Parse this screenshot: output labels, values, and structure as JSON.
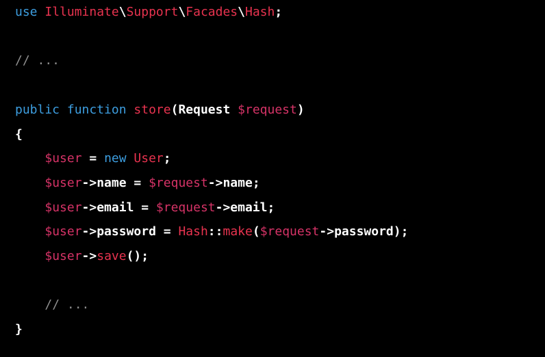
{
  "colors": {
    "background": "#000000",
    "keyword": "#3d9ee0",
    "identifier": "#e8334f",
    "variable": "#d63367",
    "plain": "#ffffff",
    "comment": "#8f8f8f"
  },
  "code": {
    "lines": [
      {
        "tokens": [
          {
            "t": "use",
            "k": "kw"
          },
          {
            "t": " ",
            "k": "plain"
          },
          {
            "t": "Illuminate",
            "k": "id"
          },
          {
            "t": "\\",
            "k": "bold"
          },
          {
            "t": "Support",
            "k": "id"
          },
          {
            "t": "\\",
            "k": "bold"
          },
          {
            "t": "Facades",
            "k": "id"
          },
          {
            "t": "\\",
            "k": "bold"
          },
          {
            "t": "Hash",
            "k": "id"
          },
          {
            "t": ";",
            "k": "bold"
          }
        ]
      },
      {
        "tokens": []
      },
      {
        "tokens": [
          {
            "t": "// ...",
            "k": "comment"
          }
        ]
      },
      {
        "tokens": []
      },
      {
        "tokens": [
          {
            "t": "public",
            "k": "kw"
          },
          {
            "t": " ",
            "k": "plain"
          },
          {
            "t": "function",
            "k": "kw"
          },
          {
            "t": " ",
            "k": "plain"
          },
          {
            "t": "store",
            "k": "fn"
          },
          {
            "t": "(Request ",
            "k": "bold"
          },
          {
            "t": "$request",
            "k": "var"
          },
          {
            "t": ")",
            "k": "bold"
          }
        ]
      },
      {
        "tokens": [
          {
            "t": "{",
            "k": "bold"
          }
        ]
      },
      {
        "tokens": [
          {
            "t": "    ",
            "k": "plain"
          },
          {
            "t": "$user",
            "k": "var"
          },
          {
            "t": " = ",
            "k": "bold"
          },
          {
            "t": "new",
            "k": "kw"
          },
          {
            "t": " ",
            "k": "plain"
          },
          {
            "t": "User",
            "k": "id"
          },
          {
            "t": ";",
            "k": "bold"
          }
        ]
      },
      {
        "tokens": [
          {
            "t": "    ",
            "k": "plain"
          },
          {
            "t": "$user",
            "k": "var"
          },
          {
            "t": "->name = ",
            "k": "bold"
          },
          {
            "t": "$request",
            "k": "var"
          },
          {
            "t": "->name;",
            "k": "bold"
          }
        ]
      },
      {
        "tokens": [
          {
            "t": "    ",
            "k": "plain"
          },
          {
            "t": "$user",
            "k": "var"
          },
          {
            "t": "->email = ",
            "k": "bold"
          },
          {
            "t": "$request",
            "k": "var"
          },
          {
            "t": "->email;",
            "k": "bold"
          }
        ]
      },
      {
        "tokens": [
          {
            "t": "    ",
            "k": "plain"
          },
          {
            "t": "$user",
            "k": "var"
          },
          {
            "t": "->password = ",
            "k": "bold"
          },
          {
            "t": "Hash",
            "k": "id"
          },
          {
            "t": "::",
            "k": "bold"
          },
          {
            "t": "make",
            "k": "fn"
          },
          {
            "t": "(",
            "k": "bold"
          },
          {
            "t": "$request",
            "k": "var"
          },
          {
            "t": "->password);",
            "k": "bold"
          }
        ]
      },
      {
        "tokens": [
          {
            "t": "    ",
            "k": "plain"
          },
          {
            "t": "$user",
            "k": "var"
          },
          {
            "t": "->",
            "k": "bold"
          },
          {
            "t": "save",
            "k": "fn"
          },
          {
            "t": "();",
            "k": "bold"
          }
        ]
      },
      {
        "tokens": []
      },
      {
        "tokens": [
          {
            "t": "    ",
            "k": "plain"
          },
          {
            "t": "// ...",
            "k": "comment"
          }
        ]
      },
      {
        "tokens": [
          {
            "t": "}",
            "k": "bold"
          }
        ]
      }
    ]
  }
}
